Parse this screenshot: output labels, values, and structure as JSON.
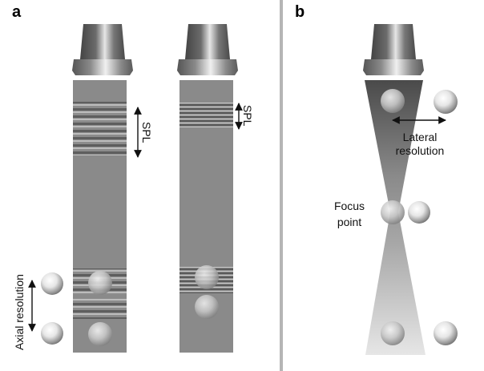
{
  "panels": [
    {
      "id": "a",
      "label": "a"
    },
    {
      "id": "b",
      "label": "b"
    }
  ],
  "labels": {
    "spl_left": "SPL",
    "spl_right": "SPL",
    "axial_resolution": "Axial resolution",
    "lateral_resolution_line1": "Lateral",
    "lateral_resolution_line2": "resolution",
    "focus_point_line1": "Focus",
    "focus_point_line2": "point"
  },
  "colors": {
    "beam": "#8a8a8a",
    "transducer_dark": "#5a5a5a",
    "transducer_light": "#d9d9d9",
    "divider": "#b5b5b5",
    "text": "#111111"
  }
}
